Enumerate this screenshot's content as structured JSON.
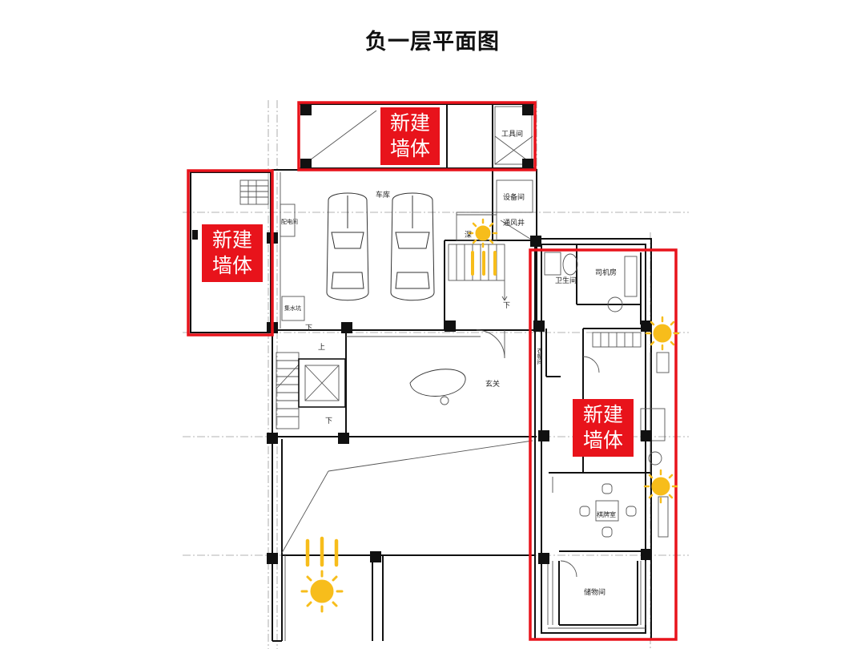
{
  "title": "负一层平面图",
  "wall_tags": [
    {
      "line1": "新建",
      "line2": "墙体"
    },
    {
      "line1": "新建",
      "line2": "墙体"
    },
    {
      "line1": "新建",
      "line2": "墙体"
    }
  ],
  "rooms": {
    "tools": "工具间",
    "garage": "车库",
    "equipment": "设备间",
    "vent": "通风井",
    "deep": "深",
    "water": "集水坑",
    "electric": "配电间",
    "driver": "司机房",
    "bath": "卫生间",
    "entry": "玄关",
    "chess": "棋牌室",
    "storage": "储物间",
    "closet": "衣帽间"
  },
  "stair_marks": {
    "up": "上",
    "down1": "下",
    "down2": "下",
    "down3": "下"
  },
  "colors": {
    "accent_red": "#e8131b",
    "sun_yellow": "#f7bd1b",
    "wall": "#111111",
    "line": "#555555"
  }
}
